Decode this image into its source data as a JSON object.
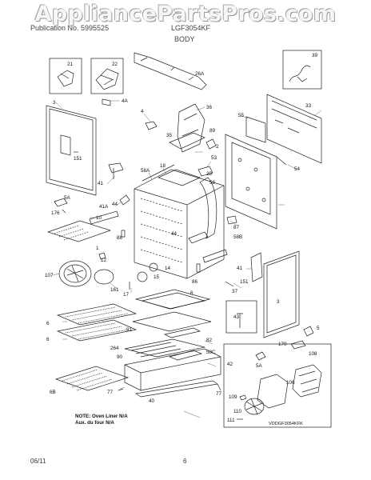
{
  "header": {
    "left_text": "Publication No. 5995525",
    "right_text": "LGF3054KF",
    "section_title": "BODY"
  },
  "watermark": "AppliancePartsPros.com",
  "callouts": [
    {
      "id": "c21",
      "text": "21"
    },
    {
      "id": "c22",
      "text": "22"
    },
    {
      "id": "c26a",
      "text": "26A"
    },
    {
      "id": "c39",
      "text": "39"
    },
    {
      "id": "c3a",
      "text": "3"
    },
    {
      "id": "c4a",
      "text": "4A"
    },
    {
      "id": "c4",
      "text": "4"
    },
    {
      "id": "c36",
      "text": "36"
    },
    {
      "id": "c33",
      "text": "33"
    },
    {
      "id": "c55",
      "text": "55"
    },
    {
      "id": "c35",
      "text": "35"
    },
    {
      "id": "c89",
      "text": "89"
    },
    {
      "id": "c151a",
      "text": "151"
    },
    {
      "id": "c2",
      "text": "2"
    },
    {
      "id": "c53",
      "text": "53"
    },
    {
      "id": "c18",
      "text": "18"
    },
    {
      "id": "c58a",
      "text": "58A"
    },
    {
      "id": "c28",
      "text": "28"
    },
    {
      "id": "c54",
      "text": "54"
    },
    {
      "id": "c58",
      "text": "58"
    },
    {
      "id": "c5a",
      "text": "5A"
    },
    {
      "id": "c41",
      "text": "41"
    },
    {
      "id": "c41a",
      "text": "41A"
    },
    {
      "id": "c44a",
      "text": "44"
    },
    {
      "id": "c176",
      "text": "176"
    },
    {
      "id": "c10",
      "text": "10"
    },
    {
      "id": "c44b",
      "text": "44"
    },
    {
      "id": "c88",
      "text": "88"
    },
    {
      "id": "c87",
      "text": "87"
    },
    {
      "id": "c58b",
      "text": "58B"
    },
    {
      "id": "c1",
      "text": "1"
    },
    {
      "id": "c12",
      "text": "12"
    },
    {
      "id": "c14",
      "text": "14"
    },
    {
      "id": "c15",
      "text": "15"
    },
    {
      "id": "c41b",
      "text": "41"
    },
    {
      "id": "c107",
      "text": "107"
    },
    {
      "id": "c161",
      "text": "161"
    },
    {
      "id": "c17",
      "text": "17"
    },
    {
      "id": "c86",
      "text": "86"
    },
    {
      "id": "c151b",
      "text": "151"
    },
    {
      "id": "c37",
      "text": "37"
    },
    {
      "id": "c3b",
      "text": "3"
    },
    {
      "id": "c6a",
      "text": "6"
    },
    {
      "id": "c6b",
      "text": "6"
    },
    {
      "id": "c6c",
      "text": "6"
    },
    {
      "id": "c91",
      "text": "91"
    },
    {
      "id": "c82",
      "text": "82"
    },
    {
      "id": "c43",
      "text": "43"
    },
    {
      "id": "c5",
      "text": "5"
    },
    {
      "id": "c264",
      "text": "264"
    },
    {
      "id": "c90",
      "text": "90"
    },
    {
      "id": "c58c",
      "text": "58C"
    },
    {
      "id": "c42",
      "text": "42"
    },
    {
      "id": "c170",
      "text": "170"
    },
    {
      "id": "c108",
      "text": "108"
    },
    {
      "id": "c5b",
      "text": "5A"
    },
    {
      "id": "c106",
      "text": "106"
    },
    {
      "id": "c6b2",
      "text": "6B"
    },
    {
      "id": "c77a",
      "text": "77"
    },
    {
      "id": "c40",
      "text": "40"
    },
    {
      "id": "c77b",
      "text": "77"
    },
    {
      "id": "c109",
      "text": "109"
    },
    {
      "id": "c110",
      "text": "110"
    },
    {
      "id": "c111",
      "text": "111"
    }
  ],
  "notes": {
    "oven_liner_line1": "NOTE: Oven Liner N/A",
    "oven_liner_line2": "Aux. du four N/A",
    "diagram_code": "VDDGF3054KFK"
  },
  "footer": {
    "date": "06/11",
    "page": "6"
  }
}
